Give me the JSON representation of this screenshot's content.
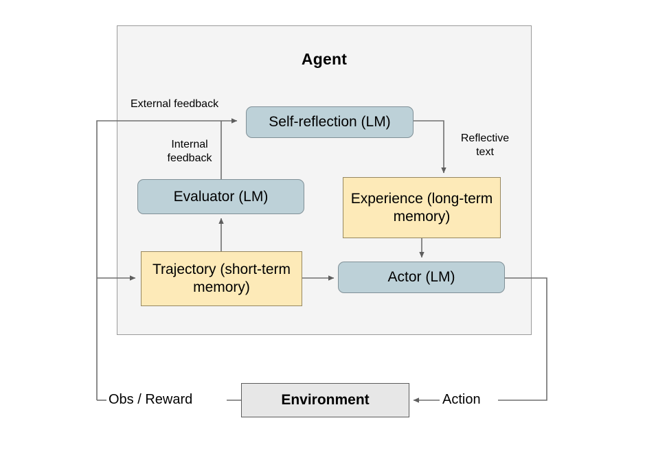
{
  "diagram": {
    "title": "Agent",
    "container_label": "Agent",
    "nodes": {
      "self_reflection": {
        "label": "Self-reflection (LM)",
        "kind": "lm",
        "color": "#bdd1d8"
      },
      "evaluator": {
        "label": "Evaluator (LM)",
        "kind": "lm",
        "color": "#bdd1d8"
      },
      "actor": {
        "label": "Actor (LM)",
        "kind": "lm",
        "color": "#bdd1d8"
      },
      "experience": {
        "label": "Experience\n(long-term memory)",
        "kind": "memory",
        "color": "#fdeab8"
      },
      "trajectory": {
        "label": "Trajectory\n(short-term memory)",
        "kind": "memory",
        "color": "#fdeab8"
      },
      "environment": {
        "label": "Environment",
        "kind": "environment",
        "color": "#e7e7e7"
      }
    },
    "edge_labels": {
      "external_feedback": "External feedback",
      "internal_feedback": "Internal\nfeedback",
      "reflective_text": "Reflective\ntext",
      "obs_reward": "Obs / Reward",
      "action": "Action"
    },
    "colors": {
      "agent_fill": "#f4f4f4",
      "agent_border": "#9a9a9a",
      "lm_fill": "#bdd1d8",
      "lm_border": "#7f8f96",
      "memory_fill": "#fdeab8",
      "memory_border": "#96875f",
      "environment_fill": "#e7e7e7",
      "environment_border": "#5b5b5b",
      "edge_stroke": "#6e6e6e",
      "text": "#000000"
    }
  }
}
